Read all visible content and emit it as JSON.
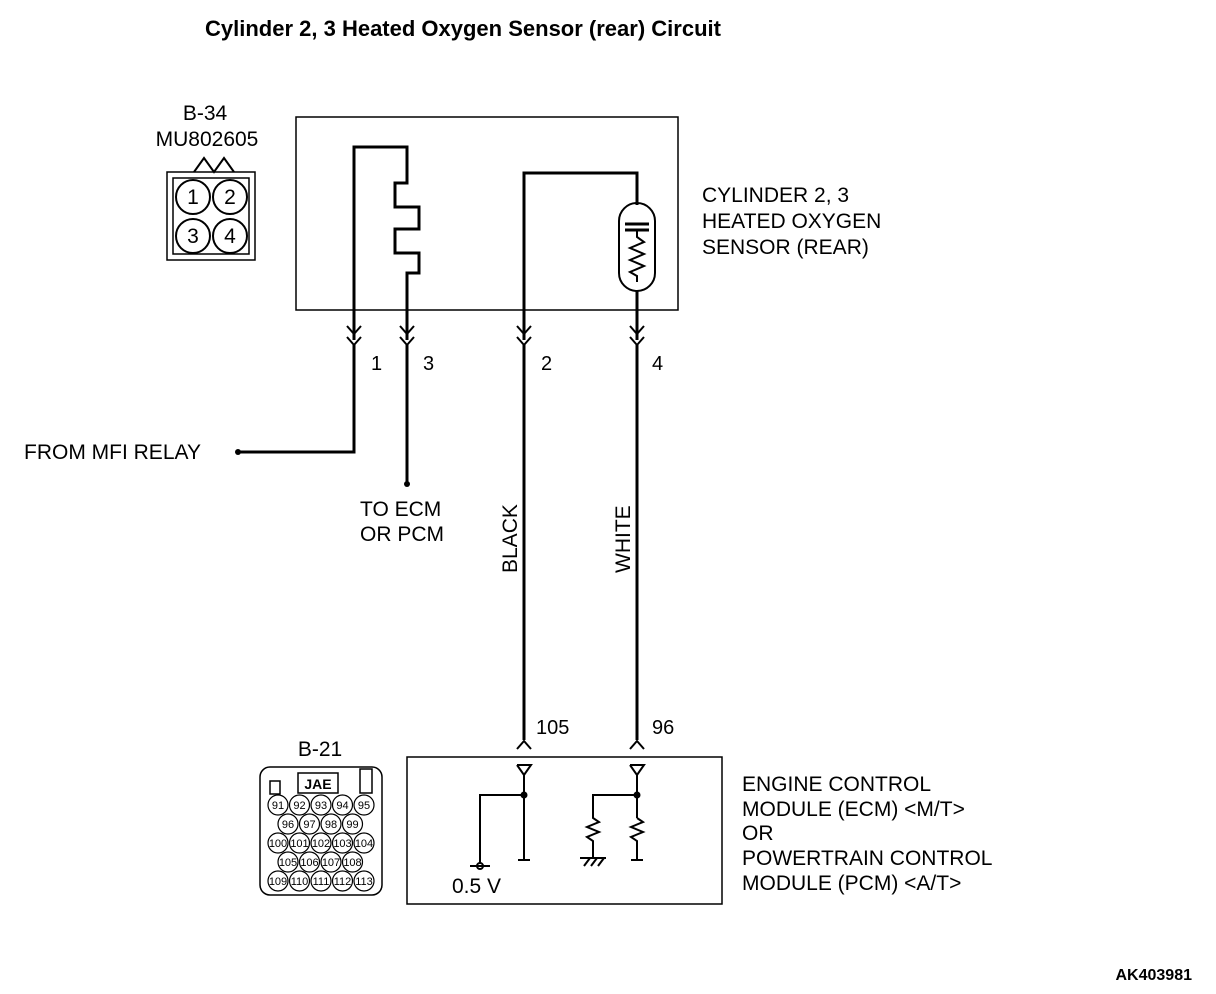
{
  "title": "Cylinder 2, 3 Heated Oxygen Sensor (rear) Circuit",
  "connector_b34": {
    "id": "B-34",
    "part_number": "MU802605",
    "pins": [
      "1",
      "2",
      "3",
      "4"
    ]
  },
  "sensor_label": [
    "CYLINDER 2, 3",
    "HEATED OXYGEN",
    "SENSOR (REAR)"
  ],
  "sensor_pins": [
    "1",
    "3",
    "2",
    "4"
  ],
  "mfi_relay_label": "FROM MFI RELAY",
  "ecm_pcm_label": [
    "TO ECM",
    "OR PCM"
  ],
  "wire_colors": {
    "pin2": "BLACK",
    "pin4": "WHITE"
  },
  "ecm_pins": {
    "left": "105",
    "right": "96"
  },
  "connector_b21": {
    "id": "B-21",
    "maker": "JAE",
    "pins": [
      [
        "91",
        "92",
        "93",
        "94",
        "95"
      ],
      [
        "96",
        "97",
        "98",
        "99"
      ],
      [
        "100",
        "101",
        "102",
        "103",
        "104"
      ],
      [
        "105",
        "106",
        "107",
        "108"
      ],
      [
        "109",
        "110",
        "111",
        "112",
        "113"
      ]
    ]
  },
  "voltage_label": "0.5 V",
  "module_label": [
    "ENGINE CONTROL",
    "MODULE (ECM) <M/T>",
    "OR",
    "POWERTRAIN CONTROL",
    "MODULE (PCM) <A/T>"
  ],
  "figure_code": "AK403981"
}
